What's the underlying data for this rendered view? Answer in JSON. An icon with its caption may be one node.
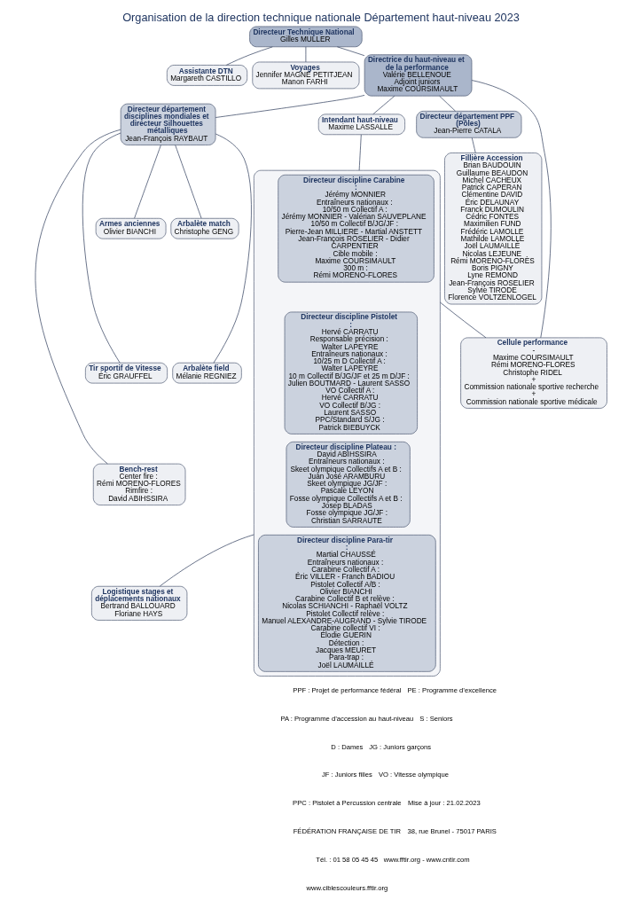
{
  "diagram": {
    "title": "Organisation de la direction technique nationale Département haut-niveau 2023",
    "nodes": [
      {
        "text": [
          "Directeur Technique National",
          "Gilles MULLER"
        ]
      },
      {
        "text": [
          "Assistante DTN",
          "Margareth CASTILLO"
        ]
      },
      {
        "text": [
          "Voyages",
          "Jennifer MAGNE PETITJEAN",
          "Manon FARHI"
        ]
      },
      {
        "text": [
          "Directrice du haut-niveau et de la performance",
          "Valérie BELLENOUE",
          "Adjoint juniors",
          "Maxime COURSIMAULT"
        ]
      },
      {
        "text": [
          "Directeur département disciplines mondiales et directeur Silhouettes métalliques",
          "Jean-François RAYBAUT"
        ]
      },
      {
        "text": [
          "Intendant haut-niveau",
          "Maxime LASSALLE"
        ]
      },
      {
        "text": [
          "Directeur département PPF (Pôles)",
          "Jean-Pierre CATALA"
        ]
      },
      {
        "text": [
          "Arbalète match",
          "Christophe GENG"
        ]
      },
      {
        "text": [
          "Armes anciennes",
          "Olivier BIANCHI"
        ]
      },
      {
        "text": [
          "Arbalète field",
          "Mélanie REGNIEZ"
        ]
      },
      {
        "text": [
          "Tir sportif de Vitesse",
          "Éric GRAUFFEL"
        ]
      },
      {
        "text": [
          "Bench-rest",
          "Center fire :",
          "Rémi MORENO-FLORES",
          "Rimfire :",
          "David ABIHSSIRA"
        ]
      },
      {
        "text": [],
        "shape": "box"
      },
      {
        "text": [
          "Directeur discipline Carabine :",
          "Jérémy MONNIER",
          "Entraîneurs nationaux :",
          "10/50 m Collectif A :",
          "Jérémy MONNIER - Valérian SAUVEPLANE",
          "10/50 m Collectif B/JG/JF :",
          "Pierre-Jean MILLIERE - Martial ANSTETT",
          "Jean-François ROSELIER - Didier CARPENTIER",
          "Cible mobile :",
          "Maxime COURSIMAULT",
          "300 m :",
          "Rémi MORENO-FLORES"
        ],
        "in": 12
      },
      {
        "text": [
          "Directeur discipline Pistolet :",
          "Hervé CARRATU",
          "Responsable précision :",
          "Walter LAPEYRE",
          "Entraîneurs nationaux :",
          "10/25 m D Collectif A :",
          "Walter LAPEYRE",
          "10 m Collectif B/JG/JF et 25 m D/JF :",
          "Julien BOUTMARD - Laurent SASSO",
          "VO Collectif A :",
          "Hervé CARRATU",
          "VO Collectif B/JG :",
          "Laurent SASSO",
          "PPC/Standard S/JG :",
          "Patrick BIEBUYCK"
        ],
        "in": 12
      },
      {
        "text": [
          "Directeur discipline Plateau :",
          "David ABIHSSIRA",
          "Entraîneurs nationaux :",
          "Skeet olympique Collectifs A et B :",
          "Juan José ARAMBURU",
          "Skeet olympique JG/JF :",
          "Pascale LEYON",
          "Fosse olympique Collectifs A et B :",
          "Josep BLADAS",
          "Fosse olympique JG/JF :",
          "Christian SARRAUTE"
        ],
        "in": 12
      },
      {
        "text": [
          "Directeur discipline Para-tir :",
          "Martial CHAUSSÉ",
          "Entraîneurs nationaux :",
          "Carabine Collectif A :",
          "Éric VILLER - Franch BADIOU",
          "Pistolet Collectif A/B :",
          "Olivier BIANCHI",
          "Carabine Collectif B et relève :",
          "Nicolas SCHIANCHI - Raphaël VOLTZ",
          "Pistolet Collectif relève :",
          "Manuel ALEXANDRE-AUGRAND - Sylvie TIRODE",
          "Carabine collectif VI :",
          "Élodie GUERIN",
          "Détection :",
          "Jacques MEURET",
          "Para-trap :",
          "Joël LAUMAILLÉ"
        ],
        "in": 12
      },
      {
        "text": [
          "Fillière Accession",
          "Brian BAUDOUIN",
          "Guillaume BEAUDON",
          "Michel CACHEUX",
          "Patrick CAPERAN",
          "Clémentine DAVID",
          "Éric DELAUNAY",
          "Franck DUMOULIN",
          "Cédric FONTES",
          "Maximilien FUND",
          "Frédéric LAMOLLE",
          "Mathilde LAMOLLE",
          "Joël LAUMAILLÉ",
          "Nicolas LEJEUNE",
          "Rémi MORENO-FLORÈS",
          "Boris PIGNY",
          "Lyne REMOND",
          "Jean-François ROSELIER",
          "Sylvie TIRODE",
          "Florence VOLTZENLOGEL"
        ]
      },
      {
        "text": [
          "Logistique stages et déplacements nationaux",
          "Bertrand BALLOUARD",
          "Floriane HAYS"
        ]
      },
      {
        "text": [
          "Cellule performance",
          "-",
          "Maxime COURSIMAULT",
          "Rémi MORENO-FLORES",
          "Christophe RIDEL",
          "+",
          "Commission nationale sportive recherche",
          "+",
          "Commission nationale sportive médicale"
        ]
      }
    ],
    "edges": [
      {
        "from": 0,
        "to": 1,
        "arrow": "none"
      },
      {
        "from": 0,
        "to": 2,
        "arrow": "none"
      },
      {
        "from": 0,
        "to": 3,
        "arrow": "none"
      },
      {
        "from": 3,
        "to": 4,
        "arrow": "none"
      },
      {
        "from": 3,
        "to": 5,
        "arrow": "none"
      },
      {
        "from": 3,
        "to": 6,
        "arrow": "none"
      },
      {
        "from": 4,
        "to": 7,
        "arrow": "none"
      },
      {
        "from": 4,
        "to": 8,
        "arrow": "none"
      },
      {
        "from": 4,
        "to": 9,
        "arrow": "none"
      },
      {
        "from": 4,
        "to": 10,
        "arrow": "none"
      },
      {
        "from": 4,
        "to": 11,
        "arrow": "none"
      },
      {
        "from": 5,
        "to": 12,
        "arrow": "none"
      },
      {
        "from": 6,
        "to": 17,
        "arrow": "none"
      },
      {
        "from": 3,
        "to": 19,
        "arrow": "none"
      },
      {
        "from": 18,
        "to": 12,
        "arrow": "none"
      },
      {
        "from": 19,
        "to": 12,
        "arrow": "none"
      }
    ],
    "labels": [
      "PPF : Projet de performance fédéral",
      "PE : Programme d’excellence",
      "PA : Programme d’accession au haut-niveau",
      "S : Seniors",
      "D : Dames",
      "JG : Juniors garçons",
      "JF : Juniors filles",
      "VO : Vitesse olympique",
      "PPC : Pistolet à Percussion centrale",
      "Mise à jour : 21.02.2023",
      "FÉDÉRATION FRANÇAISE DE TIR",
      "38, rue Brunel - 75017 PARIS",
      "Tél. : 01 58 05 45 45",
      "www.fftir.org - www.cntir.com",
      "www.ciblescouleurs.fftir.org"
    ]
  }
}
